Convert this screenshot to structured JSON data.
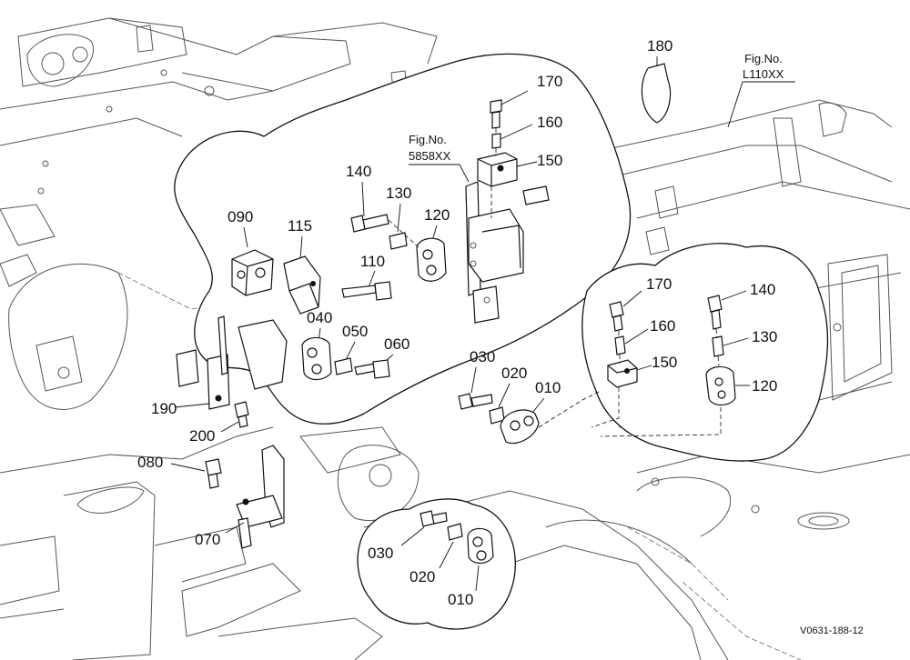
{
  "callouts": {
    "c180": "180",
    "c170a": "170",
    "c160a": "160",
    "c150a": "150",
    "c140a": "140",
    "c130a": "130",
    "c120a": "120",
    "c090": "090",
    "c115": "115",
    "c110": "110",
    "c040": "040",
    "c050": "050",
    "c060": "060",
    "c030a": "030",
    "c020a": "020",
    "c010a": "010",
    "c190": "190",
    "c200": "200",
    "c080": "080",
    "c070": "070",
    "c030b": "030",
    "c020b": "020",
    "c010b": "010",
    "c170b": "170",
    "c160b": "160",
    "c150b": "150",
    "c140b": "140",
    "c130b": "130",
    "c120b": "120"
  },
  "figure_refs": {
    "ref1_line1": "Fig.No.",
    "ref1_line2": "L110XX",
    "ref2_line1": "Fig.No.",
    "ref2_line2": "5858XX"
  },
  "drawing_code": "V0631-188-12",
  "colors": {
    "line": "#111111",
    "background": "#ffffff",
    "faint_line": "#555555"
  }
}
